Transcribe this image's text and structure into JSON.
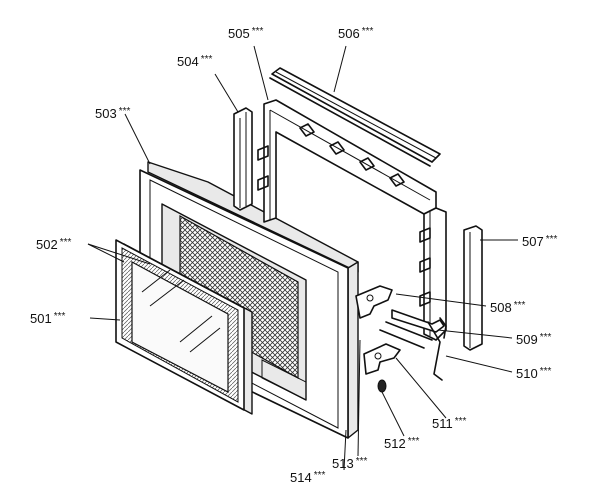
{
  "diagram": {
    "part_labels": [
      {
        "id": "501",
        "text": "501",
        "mark": "***"
      },
      {
        "id": "502",
        "text": "502",
        "mark": "***"
      },
      {
        "id": "503",
        "text": "503",
        "mark": "***"
      },
      {
        "id": "504",
        "text": "504",
        "mark": "***"
      },
      {
        "id": "505",
        "text": "505",
        "mark": "***"
      },
      {
        "id": "506",
        "text": "506",
        "mark": "***"
      },
      {
        "id": "507",
        "text": "507",
        "mark": "***"
      },
      {
        "id": "508",
        "text": "508",
        "mark": "***"
      },
      {
        "id": "509",
        "text": "509",
        "mark": "***"
      },
      {
        "id": "510",
        "text": "510",
        "mark": "***"
      },
      {
        "id": "511",
        "text": "511",
        "mark": "***"
      },
      {
        "id": "512",
        "text": "512",
        "mark": "***"
      },
      {
        "id": "513",
        "text": "513",
        "mark": "***"
      },
      {
        "id": "514",
        "text": "514",
        "mark": "***"
      }
    ]
  }
}
